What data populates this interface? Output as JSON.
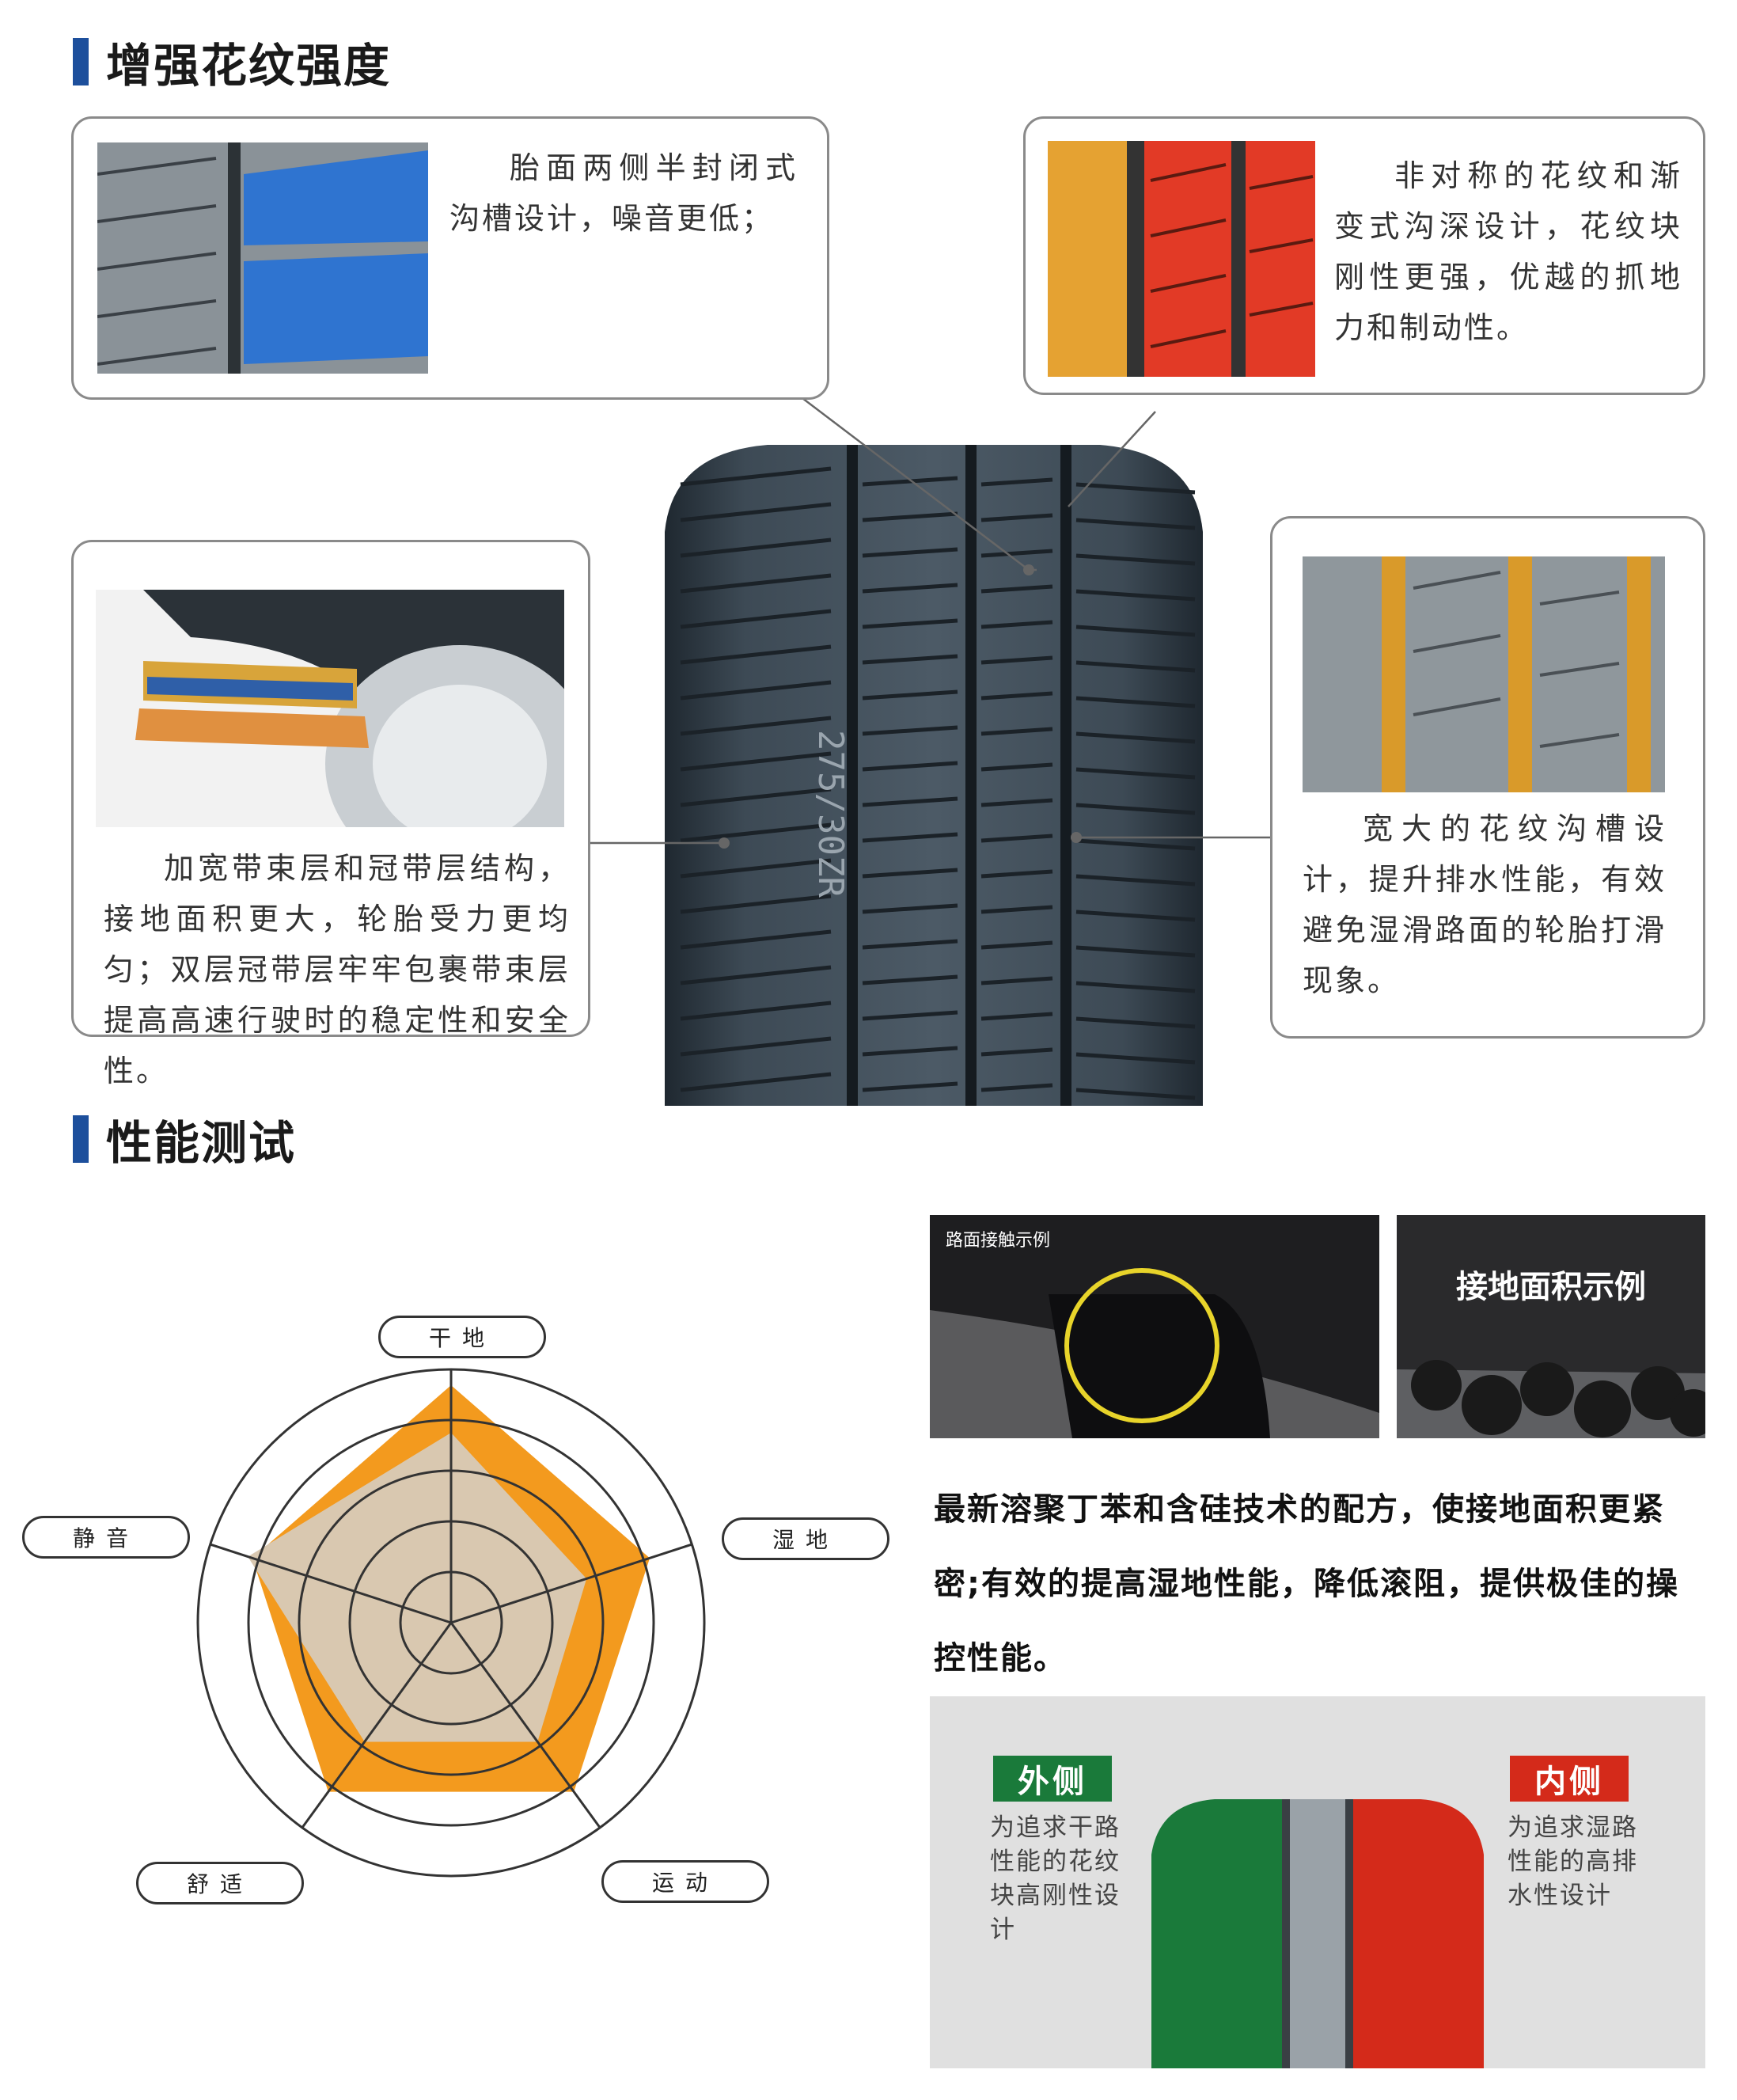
{
  "sections": {
    "strength_title": "增强花纹强度",
    "test_title": "性能测试"
  },
  "features": {
    "top_left": "胎面两侧半封闭式沟槽设计，噪音更低；",
    "top_right": "非对称的花纹和渐变式沟深设计，花纹块刚性更强，优越的抓地力和制动性。",
    "mid_left": "加宽带束层和冠带层结构，接地面积更大，轮胎受力更均匀；双层冠带层牢牢包裹带束层提高高速行驶时的稳定性和安全性。",
    "mid_right": "宽大的花纹沟槽设计，提升排水性能，有效避免湿滑路面的轮胎打滑现象。"
  },
  "radar": {
    "labels": {
      "top": "干地",
      "right": "湿地",
      "bottom_right": "运动",
      "bottom_left": "舒适",
      "left": "静音"
    },
    "outer_values": [
      1.0,
      0.88,
      0.88,
      0.88,
      0.88
    ],
    "inner_values": [
      0.8,
      0.6,
      0.62,
      0.62,
      0.9
    ],
    "colors": {
      "outer": "#f39a1e",
      "inner": "#d9c8b0",
      "ring": "#333333"
    }
  },
  "contact": {
    "left_caption": "路面接触示例",
    "right_caption": "接地面积示例",
    "description": "最新溶聚丁苯和含硅技术的配方，使接地面积更紧密;有效的提高湿地性能，降低滚阻，提供极佳的操控性能。"
  },
  "tread_sides": {
    "outer_tag": "外侧",
    "outer_desc": "为追求干路性能的花纹块高刚性设计",
    "inner_tag": "内侧",
    "inner_desc": "为追求湿路性能的高排水性设计",
    "outer_color": "#1a7a3a",
    "inner_color": "#d42a1a"
  },
  "sidewall_text": "275/30ZR"
}
